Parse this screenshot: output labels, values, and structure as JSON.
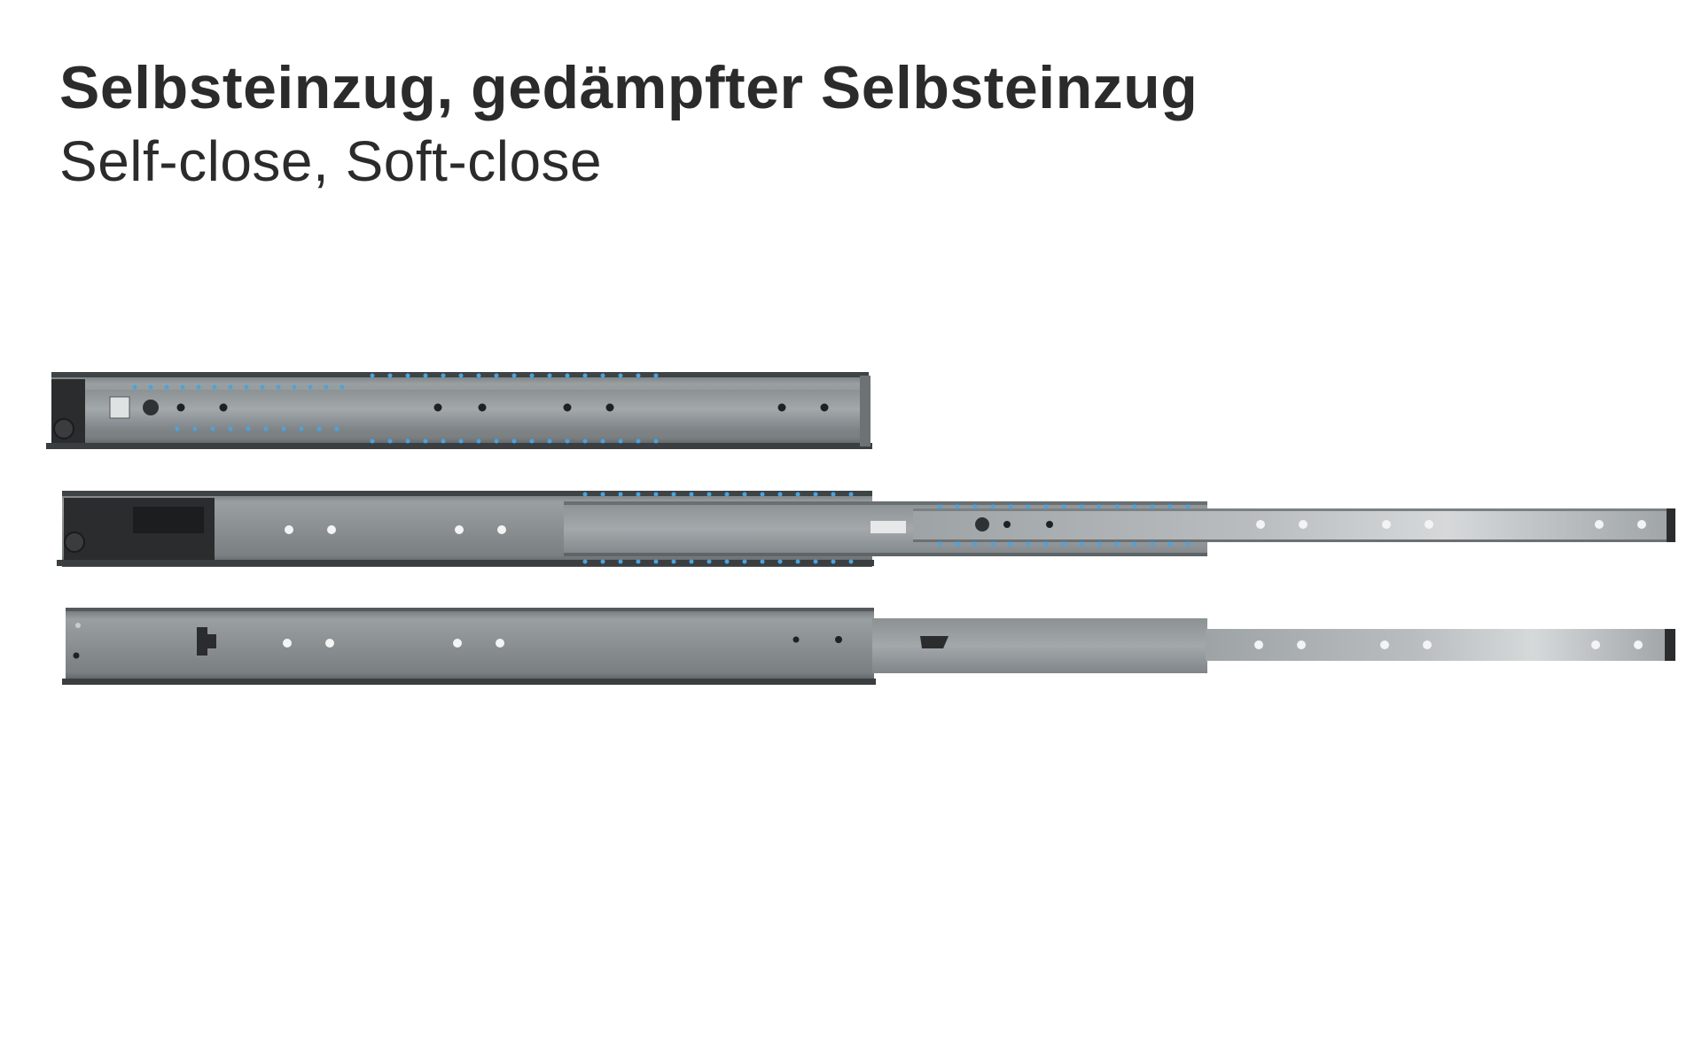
{
  "heading": {
    "title": "Selbsteinzug, gedämpfter Selbsteinzug",
    "subtitle": "Self-close, Soft-close"
  },
  "illustration": {
    "rails": [
      {
        "state": "closed"
      },
      {
        "state": "extended"
      },
      {
        "state": "extended"
      }
    ],
    "colors": {
      "steel_dark": "#5f6466",
      "steel_mid": "#8a8f91",
      "steel_light": "#b4b8ba",
      "bearing_blue": "#4aa3e0",
      "mechanism_black": "#2a2c2d"
    }
  }
}
